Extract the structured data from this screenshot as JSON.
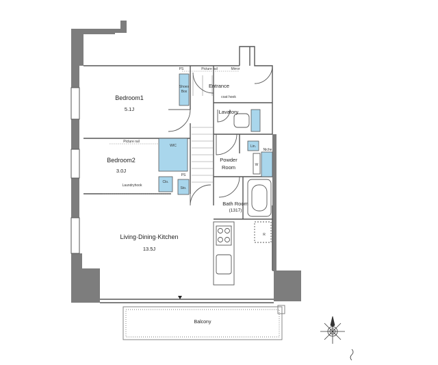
{
  "rooms": {
    "bedroom1": {
      "name": "Bedroom1",
      "size": "5.1J"
    },
    "bedroom2": {
      "name": "Bedroom2",
      "size": "3.0J"
    },
    "ldk": {
      "name": "Living·Dining·Kitchen",
      "size": "13.5J"
    },
    "entrance": {
      "name": "Entrance"
    },
    "lavatory": {
      "name": "Lavatory"
    },
    "powder_room": {
      "line1": "Powder",
      "line2": "Room"
    },
    "bath_room": {
      "name": "Bath Room",
      "size": "(1317)"
    },
    "balcony": {
      "name": "Balcony"
    }
  },
  "storage": {
    "wic": "WIC",
    "clo": "Clo.",
    "sto": "Sto.",
    "shoes_box_1": "Shoes",
    "shoes_box_2": "Box",
    "lin": "Lin.",
    "niche": "Niche",
    "w": "W",
    "r": "R",
    "ps_top": "PS",
    "ps_mid": "PS"
  },
  "notes": {
    "picture_rail_top": "Picture rail",
    "picture_rail_bed2": "Picture rail",
    "mirror": "Mirror",
    "coat_hook": "coat hook",
    "laundry_hook": "Laundryhook"
  },
  "colors": {
    "wall": "#7d7d7d",
    "storage_fill": "#a9d6ec",
    "line": "#555555"
  },
  "icons": {
    "compass": "compass-icon"
  }
}
